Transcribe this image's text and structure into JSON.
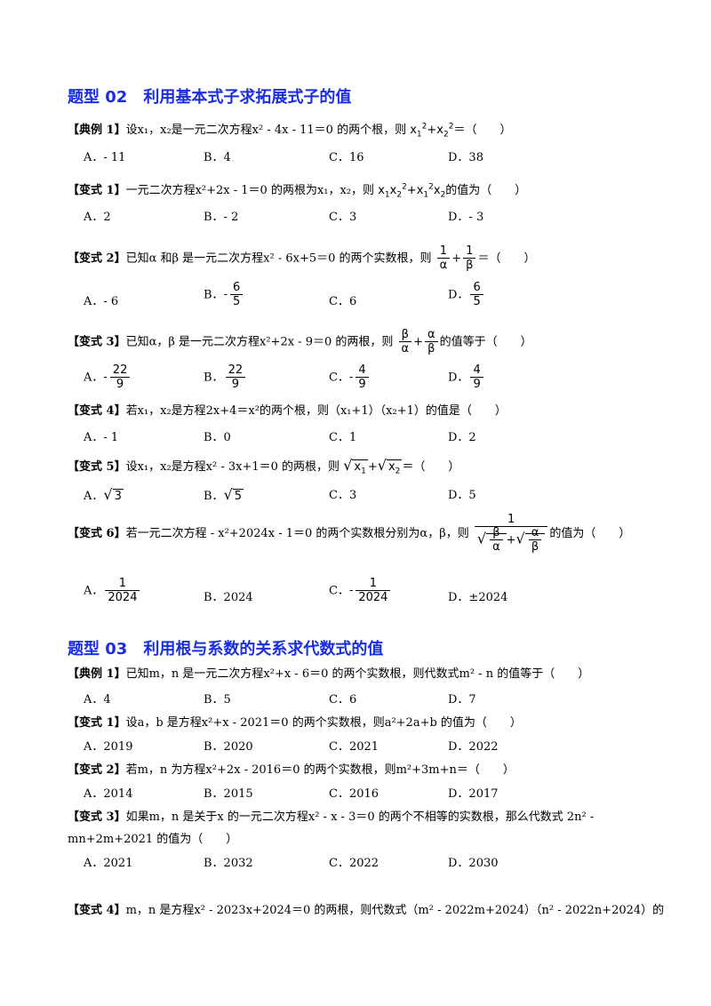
{
  "sections": [
    {
      "title": "题型 02　利用基本式子求拓展式子的值"
    },
    {
      "title": "题型 03　利用根与系数的关系求代数式的值"
    }
  ],
  "s2": {
    "q0": {
      "tag": "【典例 1】",
      "text": "设x₁，x₂是一元二次方程x² - 4x - 11＝0 的两个根，则",
      "tail": "＝（　　）",
      "opts": [
        "A．- 11",
        "B．4",
        "C．16",
        "D．38"
      ]
    },
    "q1": {
      "tag": "【变式 1】",
      "text": "一元二次方程x²+2x - 1＝0 的两根为x₁，x₂，则",
      "tail": "的值为（　　）",
      "opts": [
        "A．2",
        "B．- 2",
        "C．3",
        "D．- 3"
      ]
    },
    "q2": {
      "tag": "【变式 2】",
      "text": "已知α 和β 是一元二次方程x² - 6x+5＝0 的两个实数根，则",
      "tail": "＝（　　）",
      "opts": [
        "A．- 6",
        "B．",
        "C．6",
        "D．"
      ]
    },
    "q3": {
      "tag": "【变式 3】",
      "text": "已知α，β 是一元二次方程x²+2x - 9＝0 的两根，则",
      "tail": "的值等于（　　）",
      "opts": [
        "A．",
        "B．",
        "C．",
        "D．"
      ]
    },
    "q4": {
      "tag": "【变式 4】",
      "text": "若x₁，x₂是方程2x+4＝x²的两个根，则（x₁+1）（x₂+1）的值是（　　）",
      "opts": [
        "A．- 1",
        "B．0",
        "C．1",
        "D．2"
      ]
    },
    "q5": {
      "tag": "【变式 5】",
      "text": "设x₁，x₂是方程x² - 3x+1＝0 的两根，则",
      "tail": "＝（　　）",
      "opts": [
        "A．",
        "B．",
        "C．3",
        "D．5"
      ]
    },
    "q6": {
      "tag": "【变式 6】",
      "text": "若一元二次方程 - x²+2024x - 1＝0 的两个实数根分别为α，β，则",
      "tail": "的值为（　　）",
      "opts": [
        "A．",
        "B．2024",
        "C．",
        "D．±2024"
      ]
    }
  },
  "s3": {
    "q0": {
      "tag": "【典例 1】",
      "text": "已知m，n 是一元二次方程x²+x - 6＝0 的两个实数根，则代数式m² - n 的值等于（　　）",
      "opts": [
        "A．4",
        "B．5",
        "C．6",
        "D．7"
      ]
    },
    "q1": {
      "tag": "【变式 1】",
      "text": "设a，b 是方程x²+x - 2021＝0 的两个实数根，则a²+2a+b 的值为（　　）",
      "opts": [
        "A．2019",
        "B．2020",
        "C．2021",
        "D．2022"
      ]
    },
    "q2": {
      "tag": "【变式 2】",
      "text": "若m，n 为方程x²+2x - 2016＝0 的两个实数根，则m²+3m+n＝（　　）",
      "opts": [
        "A．2014",
        "B．2015",
        "C．2016",
        "D．2017"
      ]
    },
    "q3": {
      "tag": "【变式 3】",
      "text": "如果m，n 是关于x 的一元二次方程x² - x - 3＝0 的两个不相等的实数根，那么代数式 2n² -",
      "text2": "mn+2m+2021 的值为（　　）",
      "opts": [
        "A．2021",
        "B．2032",
        "C．2022",
        "D．2030"
      ]
    },
    "q4": {
      "tag": "【变式 4】",
      "text": "m，n 是方程x² - 2023x+2024＝0 的两根，则代数式（m² - 2022m+2024）（n² - 2022n+2024）的"
    }
  },
  "math": {
    "x1": "x",
    "x2": "x",
    "one": "1",
    "alpha": "α",
    "beta": "β",
    "f6n": "6",
    "f6d": "5",
    "f22n": "22",
    "f22d": "9",
    "f4n": "4",
    "f4d": "9",
    "r3": "3",
    "r5": "5",
    "n2024": "2024",
    "plus": "+"
  }
}
